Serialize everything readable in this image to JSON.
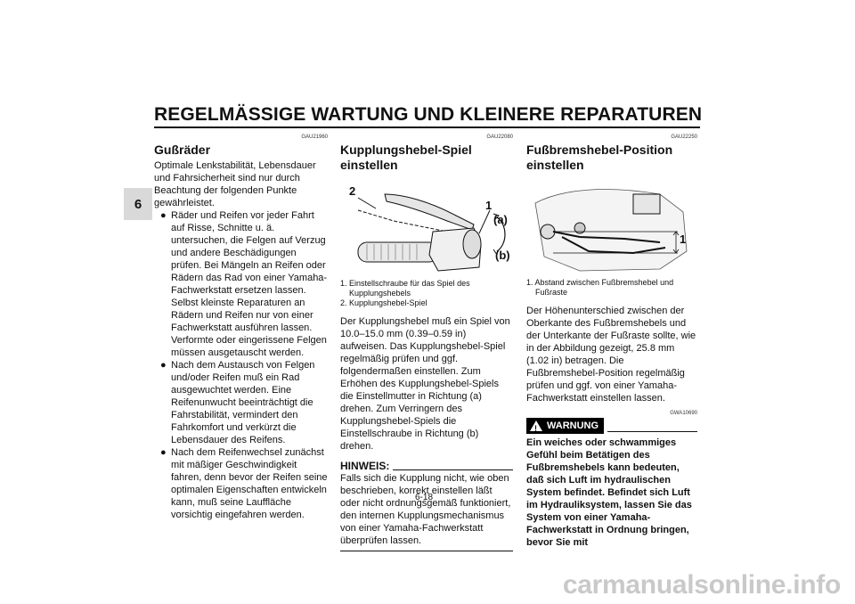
{
  "header": {
    "title": "REGELMÄSSIGE WARTUNG UND KLEINERE REPARATUREN"
  },
  "chapter_tab": "6",
  "left_col": {
    "code": "GAU21960",
    "heading": "Gußräder",
    "intro": "Optimale Lenkstabilität, Lebensdauer und Fahrsicherheit sind nur durch Beachtung der folgenden Punkte gewährleistet.",
    "bullets": [
      "Räder und Reifen vor jeder Fahrt auf Risse, Schnitte u. ä. untersuchen, die Felgen auf Verzug und andere Beschädigungen prüfen. Bei Mängeln an Reifen oder Rädern das Rad von einer Yamaha-Fachwerkstatt ersetzen lassen. Selbst kleinste Reparaturen an Rädern und Reifen nur von einer Fachwerkstatt ausführen lassen. Verformte oder eingerissene Felgen müssen ausgetauscht werden.",
      "Nach dem Austausch von Felgen und/oder Reifen muß ein Rad ausgewuchtet werden. Eine Reifenunwucht beeinträchtigt die Fahrstabilität, vermindert den Fahrkomfort und verkürzt die Lebensdauer des Reifens.",
      "Nach dem Reifenwechsel zunächst mit mäßiger Geschwindigkeit fahren, denn bevor der Reifen seine optimalen Eigenschaften entwickeln kann, muß seine Lauffläche vorsichtig eingefahren werden."
    ],
    "bullet_glyph": "●"
  },
  "mid_col": {
    "code": "GAU22080",
    "heading": "Kupplungshebel-Spiel einstellen",
    "fig_labels": {
      "one": "1",
      "two": "2",
      "a": "(a)",
      "b": "(b)"
    },
    "captions": [
      "1. Einstellschraube für das Spiel des Kupplungshebels",
      "2. Kupplungshebel-Spiel"
    ],
    "body": "Der Kupplungshebel muß ein Spiel von 10.0–15.0 mm (0.39–0.59 in) aufweisen. Das Kupplungshebel-Spiel regelmäßig prüfen und ggf. folgendermaßen einstellen. Zum Erhöhen des Kupplungshebel-Spiels die Einstellmutter in Richtung (a) drehen. Zum Verringern des Kupplungshebel-Spiels die Einstellschraube in Richtung (b) drehen.",
    "hinweis_label": "HINWEIS:",
    "hinweis_text": "Falls sich die Kupplung nicht, wie oben beschrieben, korrekt einstellen läßt oder nicht ordnungsgemäß funktioniert, den internen Kupplungsmechanismus von einer Yamaha-Fachwerkstatt überprüfen lassen."
  },
  "right_col": {
    "code": "GAU22250",
    "heading": "Fußbremshebel-Position einstellen",
    "fig_labels": {
      "one": "1"
    },
    "captions": [
      "1. Abstand zwischen Fußbremshebel und Fußraste"
    ],
    "body": "Der Höhenunterschied zwischen der Oberkante des Fußbremshebels und der Unterkante der Fußraste sollte, wie in der Abbildung gezeigt, 25.8 mm (1.02 in) betragen. Die Fußbremshebel-Position regelmäßig prüfen und ggf. von einer Yamaha-Fachwerkstatt einstellen lassen.",
    "warn_code": "GWA10690",
    "warn_label": "WARNUNG",
    "warn_text": "Ein weiches oder schwammiges Gefühl beim Betätigen des Fußbremshebels kann bedeuten, daß sich Luft im hydraulischen System befindet. Befindet sich Luft im Hydrauliksystem, lassen Sie das System von einer Yamaha-Fachwerkstatt in Ordnung bringen, bevor Sie mit"
  },
  "page_number": "6-18",
  "watermark": "carmanualsonline.info"
}
